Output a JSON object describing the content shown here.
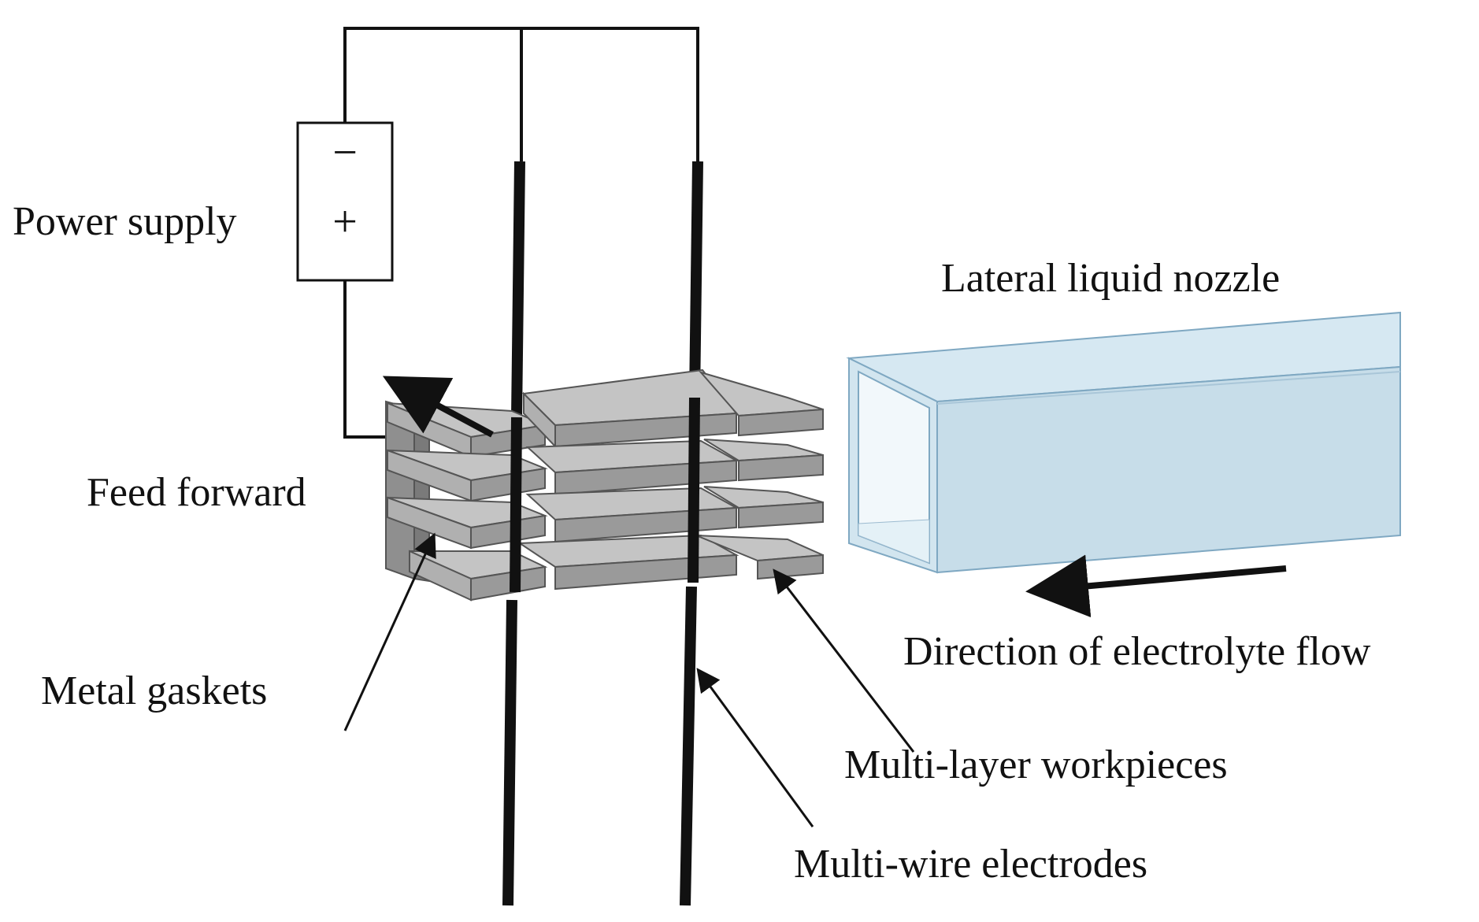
{
  "labels": {
    "power_supply": "Power supply",
    "minus": "−",
    "plus": "+",
    "feed_forward": "Feed forward",
    "metal_gaskets": "Metal gaskets",
    "lateral_nozzle": "Lateral liquid nozzle",
    "flow_direction": "Direction of electrolyte flow",
    "workpieces": "Multi-layer workpieces",
    "electrodes": "Multi-wire electrodes"
  },
  "colors": {
    "plate_top": "#bfbfbf",
    "plate_front": "#9e9e9e",
    "plate_side": "#8a8a8a",
    "nozzle_fill": "#cfe3ef",
    "nozzle_edge": "#7fa8c2",
    "wire": "#111111"
  }
}
